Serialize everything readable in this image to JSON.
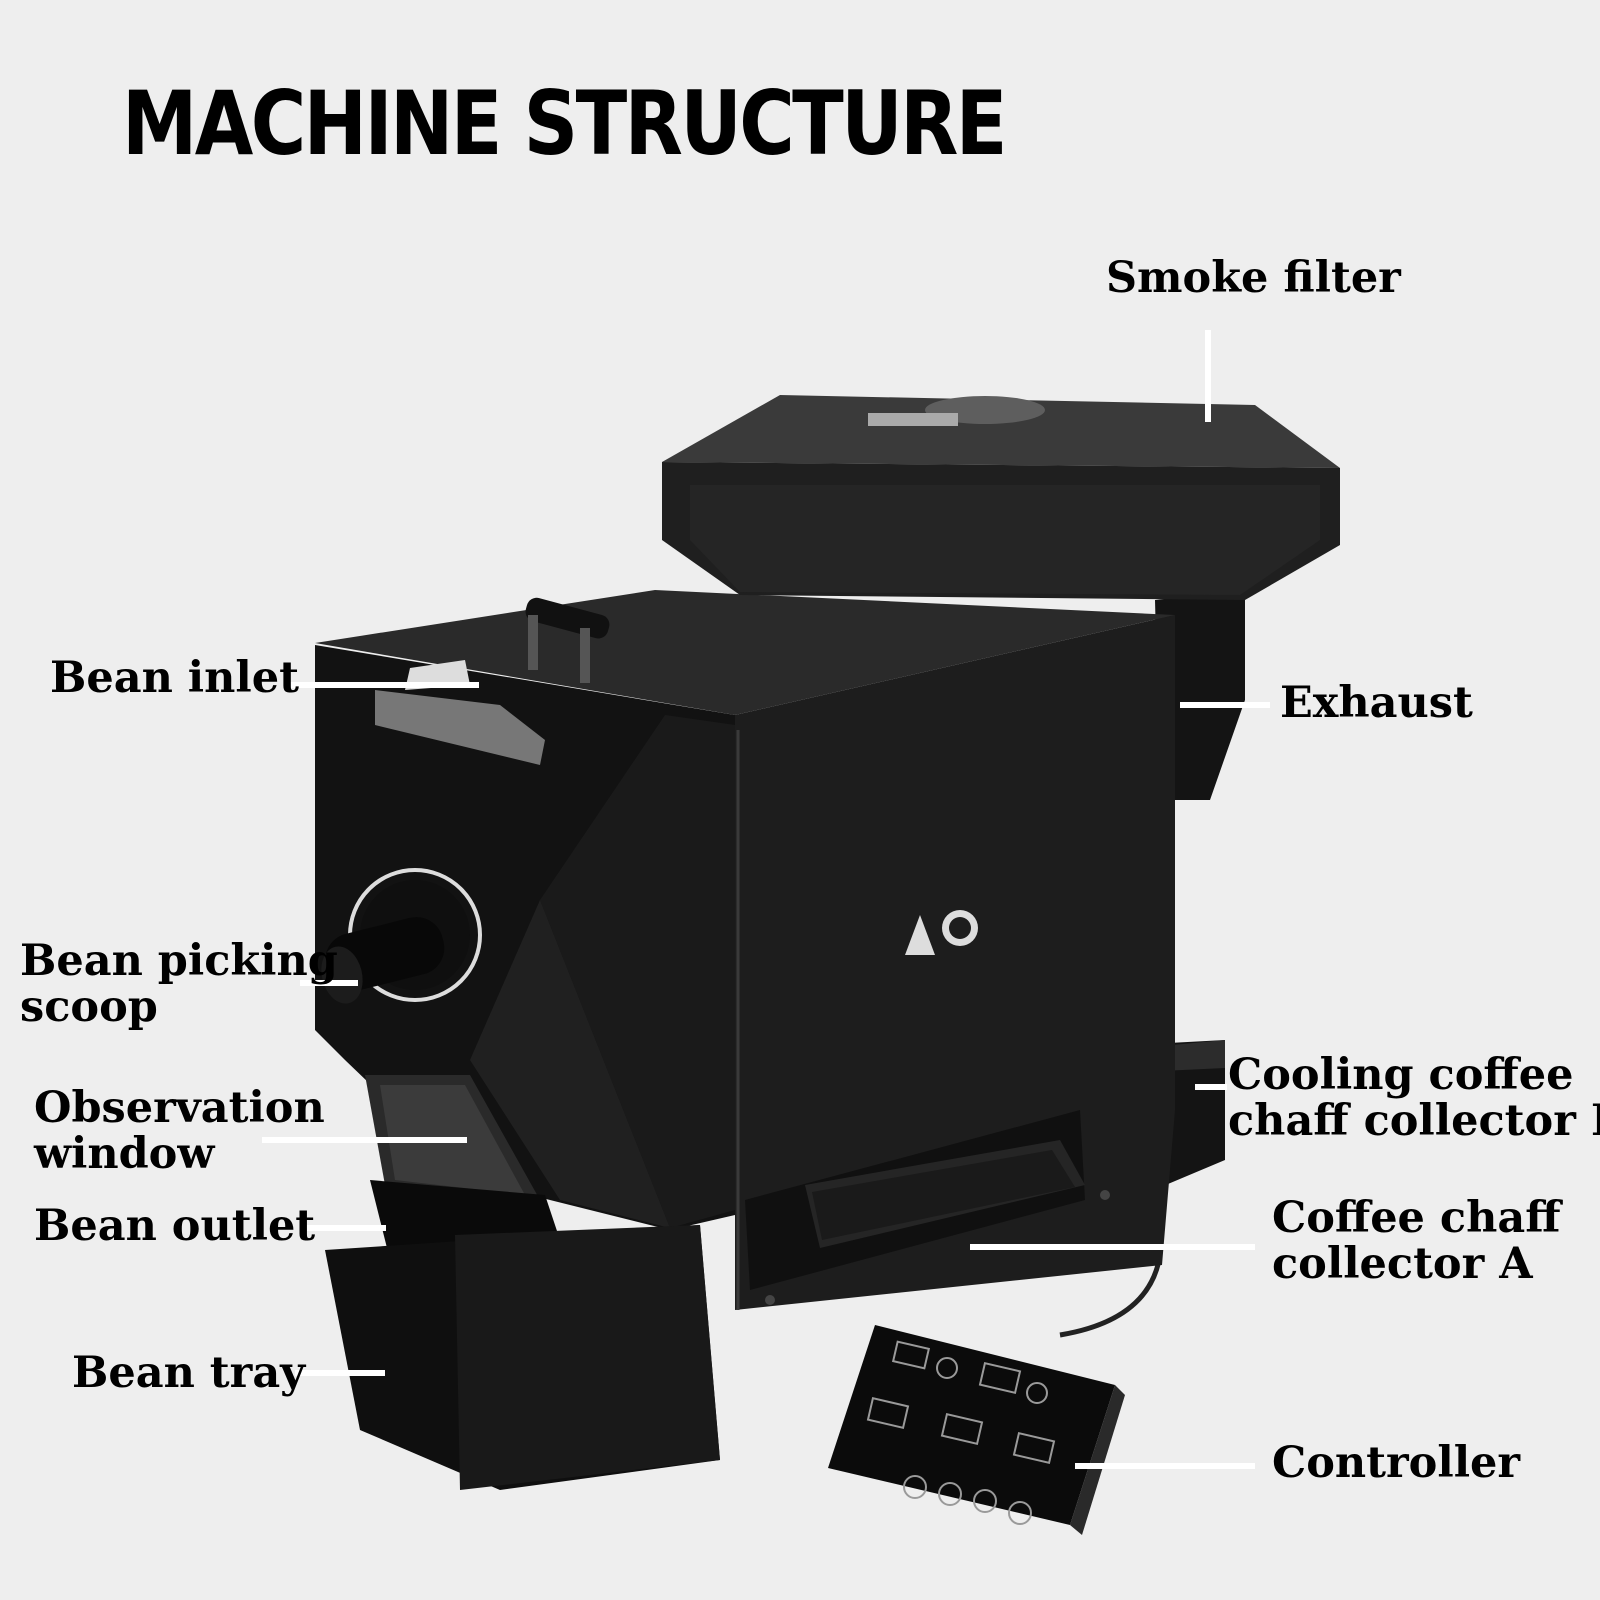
{
  "title": "MACHINE STRUCTURE",
  "labels": {
    "smoke_filter": "Smoke filter",
    "bean_inlet": "Bean inlet",
    "exhaust": "Exhaust",
    "bean_picking_scoop": [
      "Bean picking",
      "scoop"
    ],
    "observation_window": [
      "Observation",
      "window"
    ],
    "bean_outlet": "Bean outlet",
    "bean_tray": "Bean tray",
    "cooling_chaff_collector_b": [
      "Cooling coffee",
      "chaff collector B"
    ],
    "chaff_collector_a": [
      "Coffee chaff",
      "collector A"
    ],
    "controller": "Controller"
  },
  "colors": {
    "background": "#eeeeee",
    "machine_body": "#1b1b1b",
    "machine_dark": "#0d0d0d",
    "leader_line": "#ffffff",
    "label_text": "#000000"
  }
}
